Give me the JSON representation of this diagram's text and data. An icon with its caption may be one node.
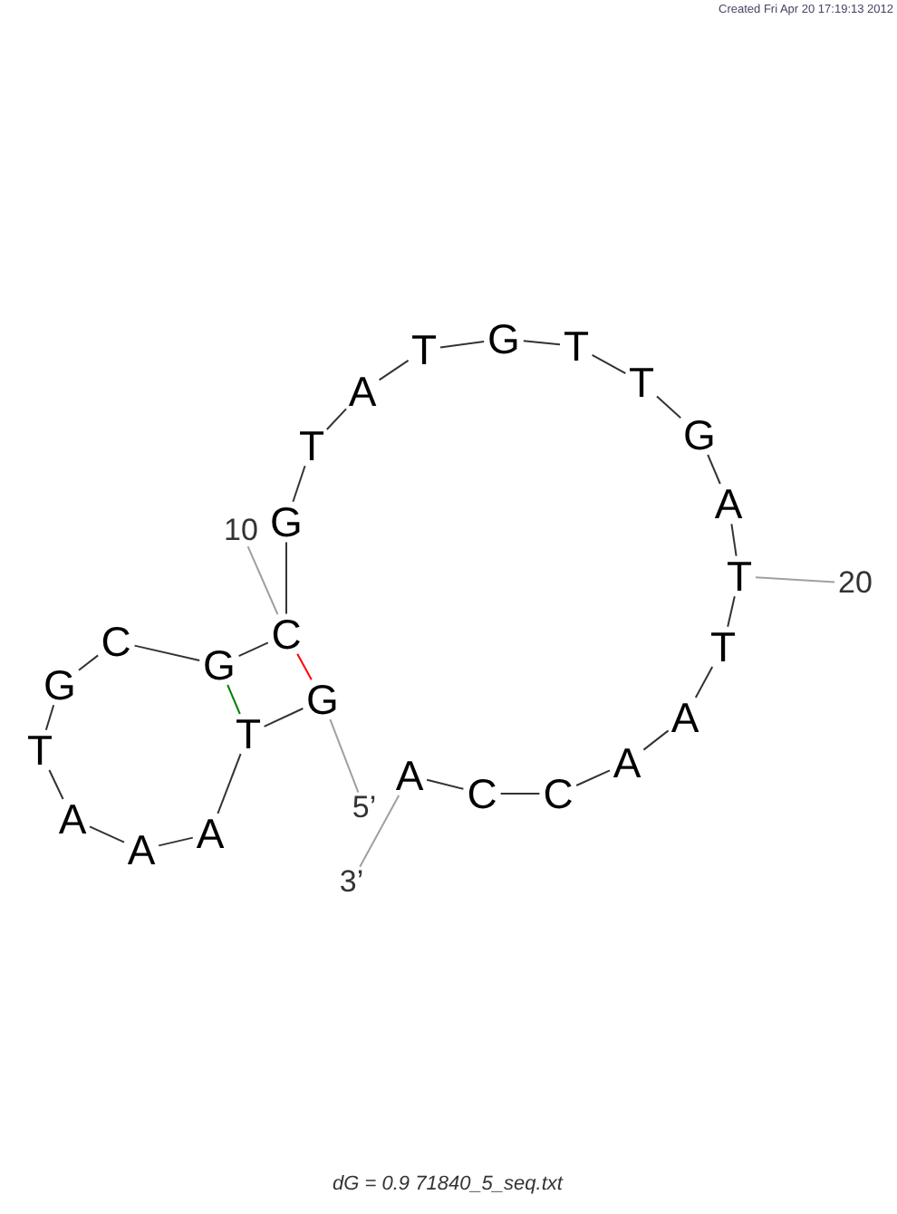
{
  "diagram": {
    "caption": "dG = 0.9 71840_5_seq.txt",
    "nodes": [
      {
        "text": [
          "G"
        ]
      },
      {
        "text": [
          "T"
        ]
      },
      {
        "text": [
          "A"
        ]
      },
      {
        "text": [
          "A"
        ]
      },
      {
        "text": [
          "A"
        ]
      },
      {
        "text": [
          "T"
        ]
      },
      {
        "text": [
          "G"
        ]
      },
      {
        "text": [
          "C"
        ]
      },
      {
        "text": [
          "G"
        ]
      },
      {
        "text": [
          "C"
        ]
      },
      {
        "text": [
          "G"
        ]
      },
      {
        "text": [
          "T"
        ]
      },
      {
        "text": [
          "A"
        ]
      },
      {
        "text": [
          "T"
        ]
      },
      {
        "text": [
          "G"
        ]
      },
      {
        "text": [
          "T"
        ]
      },
      {
        "text": [
          "T"
        ]
      },
      {
        "text": [
          "G"
        ]
      },
      {
        "text": [
          "A"
        ]
      },
      {
        "text": [
          "T"
        ]
      },
      {
        "text": [
          "T"
        ]
      },
      {
        "text": [
          "A"
        ]
      },
      {
        "text": [
          "A"
        ]
      },
      {
        "text": [
          "C"
        ]
      },
      {
        "text": [
          "C"
        ]
      },
      {
        "text": [
          "A"
        ]
      },
      {
        "text": [
          "10"
        ]
      },
      {
        "text": [
          "20"
        ]
      },
      {
        "text": [
          "5’"
        ]
      },
      {
        "text": [
          "3’"
        ]
      }
    ],
    "edges": [
      {
        "from": 0,
        "to": 1,
        "arrow": "none"
      },
      {
        "from": 1,
        "to": 2,
        "arrow": "none"
      },
      {
        "from": 2,
        "to": 3,
        "arrow": "none"
      },
      {
        "from": 3,
        "to": 4,
        "arrow": "none"
      },
      {
        "from": 4,
        "to": 5,
        "arrow": "none"
      },
      {
        "from": 5,
        "to": 6,
        "arrow": "none"
      },
      {
        "from": 6,
        "to": 7,
        "arrow": "none"
      },
      {
        "from": 7,
        "to": 8,
        "arrow": "none"
      },
      {
        "from": 8,
        "to": 9,
        "arrow": "none"
      },
      {
        "from": 9,
        "to": 10,
        "arrow": "none"
      },
      {
        "from": 10,
        "to": 11,
        "arrow": "none"
      },
      {
        "from": 11,
        "to": 12,
        "arrow": "none"
      },
      {
        "from": 12,
        "to": 13,
        "arrow": "none"
      },
      {
        "from": 13,
        "to": 14,
        "arrow": "none"
      },
      {
        "from": 14,
        "to": 15,
        "arrow": "none"
      },
      {
        "from": 15,
        "to": 16,
        "arrow": "none"
      },
      {
        "from": 16,
        "to": 17,
        "arrow": "none"
      },
      {
        "from": 17,
        "to": 18,
        "arrow": "none"
      },
      {
        "from": 18,
        "to": 19,
        "arrow": "none"
      },
      {
        "from": 19,
        "to": 20,
        "arrow": "none"
      },
      {
        "from": 20,
        "to": 21,
        "arrow": "none"
      },
      {
        "from": 21,
        "to": 22,
        "arrow": "none"
      },
      {
        "from": 22,
        "to": 23,
        "arrow": "none"
      },
      {
        "from": 23,
        "to": 24,
        "arrow": "none"
      },
      {
        "from": 24,
        "to": 25,
        "arrow": "none"
      },
      {
        "from": 0,
        "to": 9,
        "arrow": "none",
        "color": "#ff0000"
      },
      {
        "from": 1,
        "to": 8,
        "arrow": "none",
        "color": "#008000"
      },
      {
        "from": 26,
        "to": 9,
        "arrow": "none",
        "color": "#a0a0a0"
      },
      {
        "from": 27,
        "to": 19,
        "arrow": "none",
        "color": "#a0a0a0"
      },
      {
        "from": 28,
        "to": 0,
        "arrow": "none",
        "color": "#a0a0a0"
      },
      {
        "from": 29,
        "to": 25,
        "arrow": "none",
        "color": "#a0a0a0"
      }
    ],
    "labels": [
      "Created Fri Apr 20 17:19:13 2012"
    ]
  }
}
